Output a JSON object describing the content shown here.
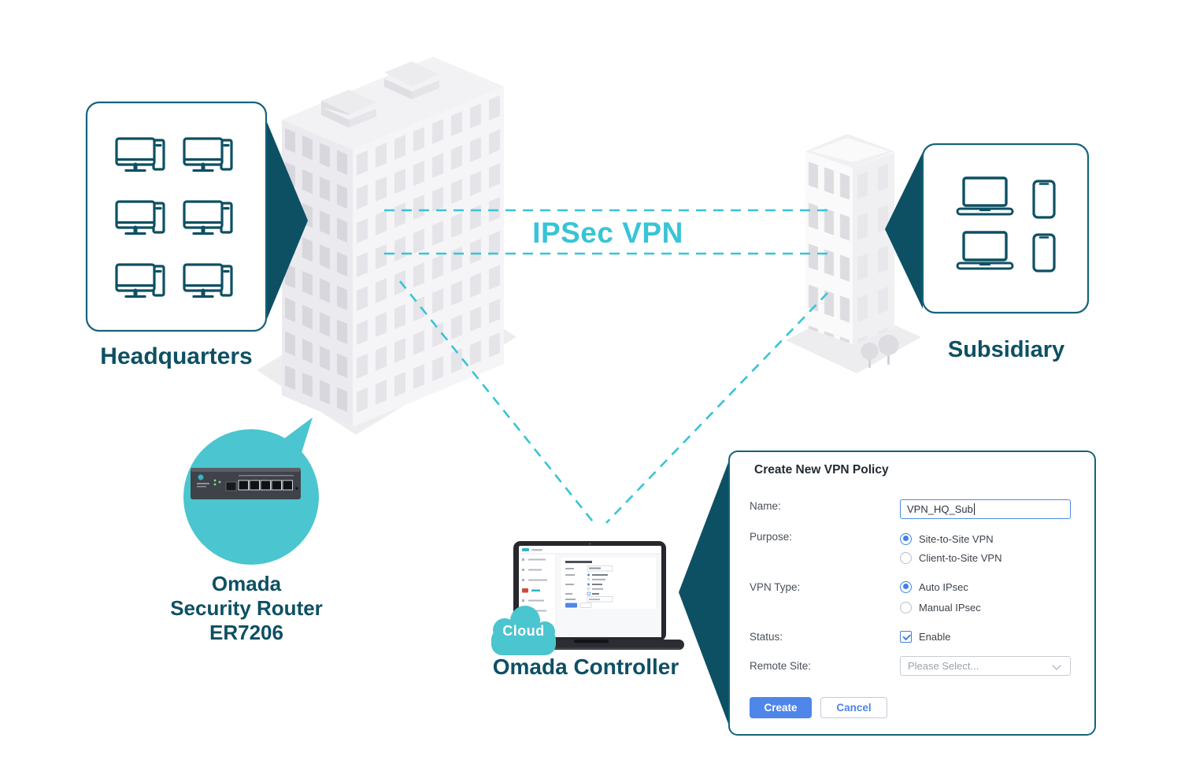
{
  "labels": {
    "headquarters": "Headquarters",
    "subsidiary": "Subsidiary",
    "vpn_link": "IPSec VPN",
    "router_line1": "Omada",
    "router_line2": "Security Router",
    "router_line3": "ER7206",
    "controller": "Omada Controller",
    "cloud_badge": "Cloud"
  },
  "icons": {
    "headquarters_devices": "desktop-computer-icon (6x)",
    "subsidiary_devices": "laptop-icon (2x), smartphone-icon (2x)",
    "controller_badge": "cloud-icon",
    "remote_site_control": "chevron-down-icon"
  },
  "colors": {
    "dark_teal": "#0d5063",
    "box_border_teal": "#15637a",
    "dashed_cyan": "#38c4d6",
    "bubble_teal": "#4bc5cf",
    "accent_blue": "#4e86e9"
  },
  "dialog": {
    "title": "Create New VPN Policy",
    "name": {
      "label": "Name:",
      "value": "VPN_HQ_Sub"
    },
    "purpose": {
      "label": "Purpose:",
      "options": [
        {
          "label": "Site-to-Site VPN",
          "selected": true
        },
        {
          "label": "Client-to-Site VPN",
          "selected": false
        }
      ]
    },
    "vpn_type": {
      "label": "VPN Type:",
      "options": [
        {
          "label": "Auto IPsec",
          "selected": true
        },
        {
          "label": "Manual IPsec",
          "selected": false
        }
      ]
    },
    "status": {
      "label": "Status:",
      "checkbox_label": "Enable",
      "checked": true
    },
    "remote_site": {
      "label": "Remote Site:",
      "placeholder": "Please Select..."
    },
    "buttons": {
      "create": "Create",
      "cancel": "Cancel"
    }
  }
}
